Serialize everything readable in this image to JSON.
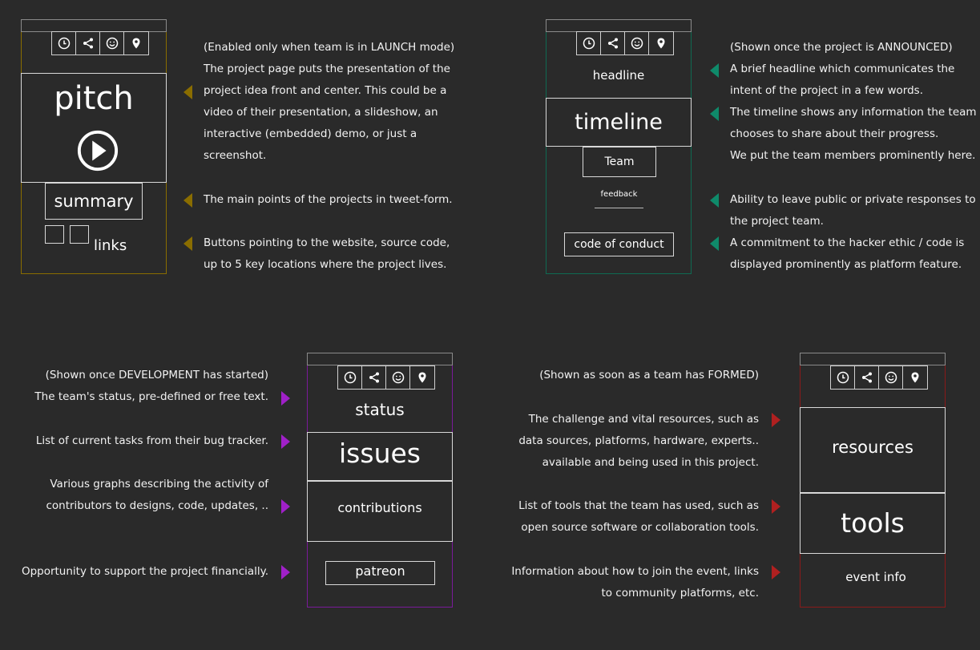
{
  "colors": {
    "background": "#2a2a2a",
    "launch_accent": "#8a6d00",
    "announced_accent": "#0f8a6a",
    "development_accent": "#a020c8",
    "formed_accent": "#b02020"
  },
  "icon_names": [
    "clock-icon",
    "share-icon",
    "smiley-icon",
    "location-pin-icon"
  ],
  "launch": {
    "boxes": {
      "pitch": "pitch",
      "summary": "summary",
      "links": "links"
    },
    "notes": [
      {
        "lines": [
          "(Enabled only when team is in LAUNCH mode)",
          "The project page puts the presentation of the",
          "project idea front and center. This could be a",
          "video of their presentation, a slideshow, an",
          "interactive (embedded) demo, or just a",
          "screenshot."
        ]
      },
      {
        "lines": [
          "The main points of the projects in tweet-form."
        ]
      },
      {
        "lines": [
          "Buttons pointing to the website, source code,",
          "up to 5 key locations where the project lives."
        ]
      }
    ]
  },
  "announced": {
    "boxes": {
      "headline": "headline",
      "timeline": "timeline",
      "team": "Team",
      "feedback": "feedback",
      "code_of_conduct": "code of conduct"
    },
    "notes": [
      {
        "lines": [
          "(Shown once the project is ANNOUNCED)"
        ]
      },
      {
        "lines": [
          "A brief headline which communicates the",
          "intent of the project in a few words."
        ]
      },
      {
        "lines": [
          "The timeline shows any information the team",
          "chooses to share about their progress.",
          "We put the team members prominently here."
        ]
      },
      {
        "lines": [
          "Ability to leave public or private responses to",
          "the project team."
        ]
      },
      {
        "lines": [
          "A commitment to the hacker ethic / code is",
          "displayed prominently as platform feature."
        ]
      }
    ]
  },
  "development": {
    "boxes": {
      "status": "status",
      "issues": "issues",
      "contributions": "contributions",
      "patreon": "patreon"
    },
    "notes": [
      {
        "lines": [
          "(Shown once DEVELOPMENT has started)",
          "The team's status, pre-defined or free text."
        ]
      },
      {
        "lines": [
          "List of current tasks from their bug tracker."
        ]
      },
      {
        "lines": [
          "Various graphs describing the activity of",
          "contributors to designs, code, updates, .."
        ]
      },
      {
        "lines": [
          "Opportunity to support the project financially."
        ]
      }
    ]
  },
  "formed": {
    "boxes": {
      "resources": "resources",
      "tools": "tools",
      "event_info": "event info"
    },
    "notes": [
      {
        "lines": [
          "(Shown as soon as a team has FORMED)"
        ]
      },
      {
        "lines": [
          "The challenge and vital resources, such as",
          "data sources, platforms, hardware, experts..",
          "available and being used in this project."
        ]
      },
      {
        "lines": [
          "List of tools that the team has used, such as",
          "open source software or collaboration tools."
        ]
      },
      {
        "lines": [
          "Information about how to join the event, links",
          "to community platforms, etc."
        ]
      }
    ]
  }
}
